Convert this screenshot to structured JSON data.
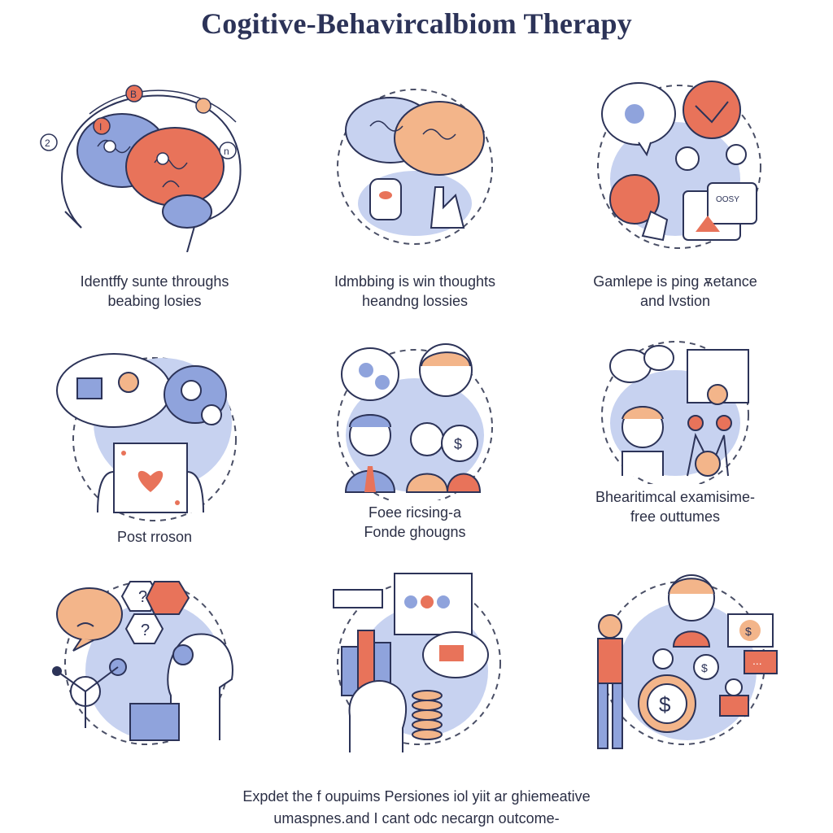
{
  "title": "Cogitive-Behavircalbiom Therapy",
  "colors": {
    "ink": "#2c3358",
    "blue": "#8fa3dc",
    "blue_light": "#c7d2f0",
    "coral": "#e8735a",
    "peach": "#f3b58a",
    "dash": "#4a4f66"
  },
  "panels": [
    {
      "caption_lines": [
        "Identffy sunte throughs",
        "beabing losies"
      ],
      "icon": "brain-head-icon"
    },
    {
      "caption_lines": [
        "Idmbbing is win thoughts",
        "heandng lossies"
      ],
      "icon": "brain-hands-icon"
    },
    {
      "caption_lines": [
        "Gamlepe is ping ѫetance",
        "and lvstion"
      ],
      "icon": "speech-bubbles-icon"
    },
    {
      "caption_lines": [
        "Post rroson"
      ],
      "icon": "heart-card-icon"
    },
    {
      "caption_lines": [
        "Foee ricsing-a",
        "Fonde ghougns"
      ],
      "icon": "people-coin-icon"
    },
    {
      "caption_lines": [
        "Bhearitimcal examisime-",
        "free outtumes"
      ],
      "icon": "person-coins-icon"
    },
    {
      "caption_lines": [],
      "icon": "puzzle-head-icon"
    },
    {
      "caption_lines": [],
      "icon": "chart-coins-icon"
    },
    {
      "caption_lines": [],
      "icon": "money-person-icon"
    }
  ],
  "small_labels": {
    "brain_letter_b": "B",
    "brain_letter_i": "I",
    "brain_number_2": "2",
    "brain_letter_n": "n",
    "bubble_text": "OOSY",
    "question_mark": "?",
    "dollar": "$",
    "ellipsis": "..."
  },
  "footer_lines": [
    "Expdet the f oupuims Persiones iol yiit ar ghiemeative",
    "umaspnes.and I cant odc necargn outcome-"
  ]
}
